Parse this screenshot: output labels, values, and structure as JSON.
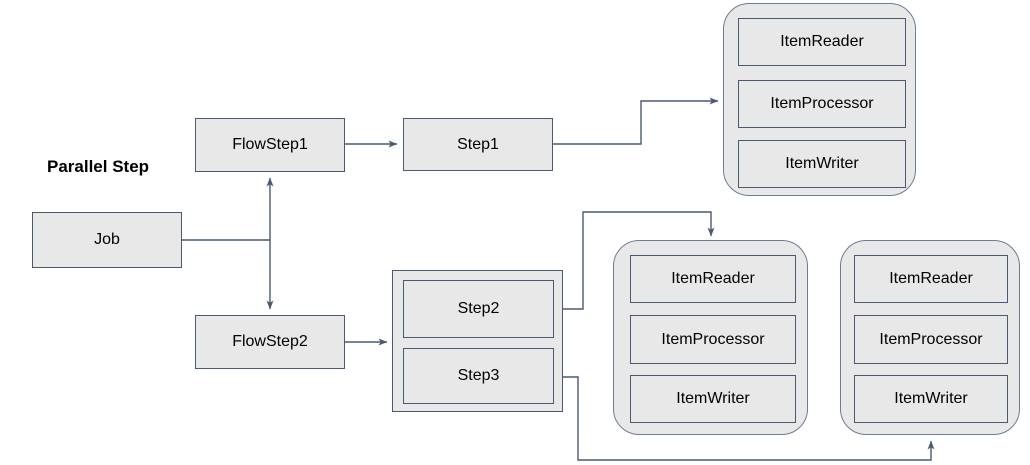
{
  "diagram": {
    "title": "Parallel Step",
    "style": {
      "node_fill": "#e8e8e8",
      "node_stroke": "#4a5a74",
      "group_stroke": "#6b7c93",
      "edge_stroke": "#4a5a74",
      "background": "#ffffff"
    },
    "label": {
      "parallel_step": "Parallel Step"
    },
    "nodes": {
      "job": "Job",
      "flowstep1": "FlowStep1",
      "flowstep2": "FlowStep2",
      "step1": "Step1",
      "step2": "Step2",
      "step3": "Step3"
    },
    "chunk_groups": [
      {
        "id": "chunk-group-1",
        "reader": "ItemReader",
        "processor": "ItemProcessor",
        "writer": "ItemWriter"
      },
      {
        "id": "chunk-group-2",
        "reader": "ItemReader",
        "processor": "ItemProcessor",
        "writer": "ItemWriter"
      },
      {
        "id": "chunk-group-3",
        "reader": "ItemReader",
        "processor": "ItemProcessor",
        "writer": "ItemWriter"
      }
    ],
    "edges": [
      {
        "from": "job",
        "to": "flowstep1",
        "kind": "split-up"
      },
      {
        "from": "job",
        "to": "flowstep2",
        "kind": "split-down"
      },
      {
        "from": "flowstep1",
        "to": "step1",
        "kind": "arrow"
      },
      {
        "from": "flowstep2",
        "to": "step-container",
        "kind": "arrow"
      },
      {
        "from": "step1",
        "to": "chunk-group-1",
        "kind": "elbow-up-right"
      },
      {
        "from": "step2",
        "to": "chunk-group-2",
        "kind": "elbow-up-right-down"
      },
      {
        "from": "step3",
        "to": "chunk-group-3",
        "kind": "elbow-down-right-up"
      },
      {
        "from": "reader",
        "to": "processor",
        "kind": "arrow-down"
      },
      {
        "from": "processor",
        "to": "writer",
        "kind": "arrow-down"
      }
    ]
  }
}
